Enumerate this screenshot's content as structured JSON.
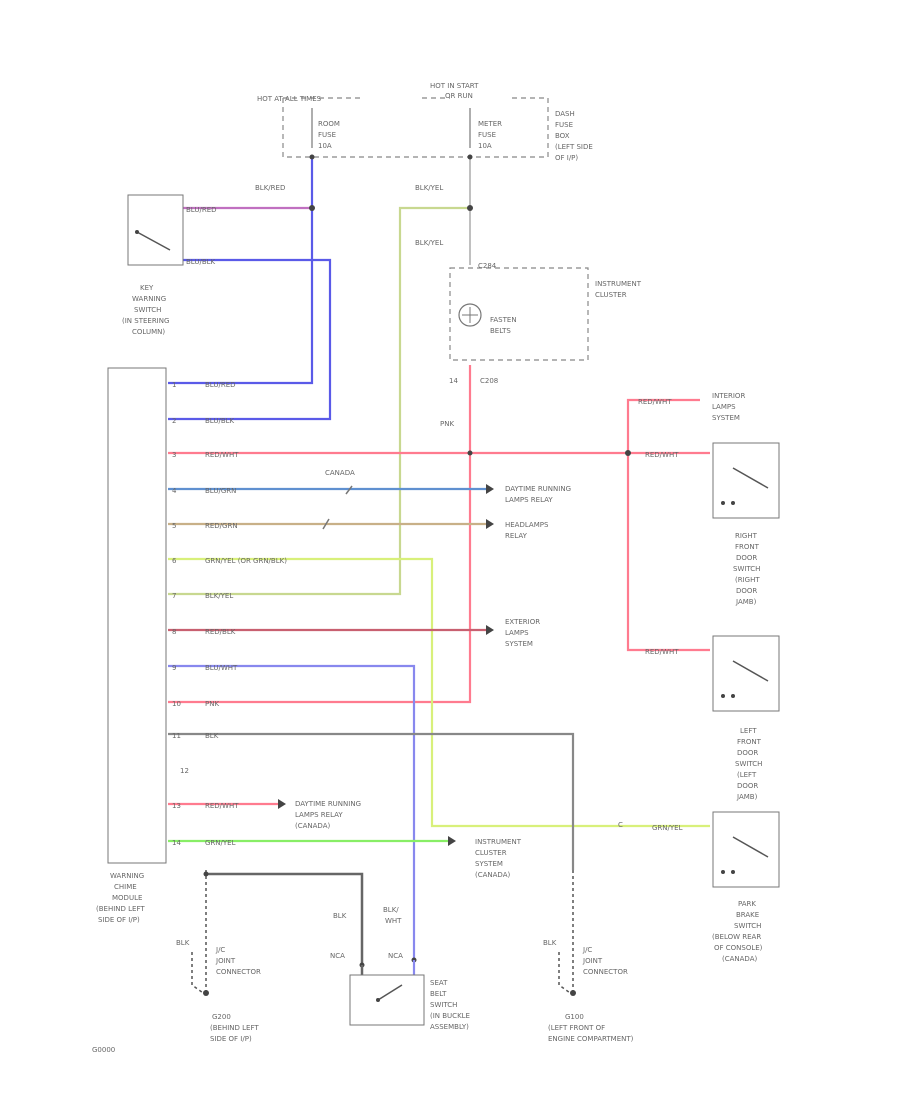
{
  "colors": {
    "pink": "#ff7b8f",
    "blue": "#5a5ae8",
    "purple": "#c070c0",
    "gray": "#888888",
    "green": "#88ee66",
    "lime": "#d8f07a",
    "olive": "#c8d890",
    "brown": "#c8b088",
    "wire_blue": "#5f90d0",
    "maroon": "#c86070"
  },
  "top_labels": {
    "hot_at_all_times": "HOT AT ALL TIMES",
    "hot_in_start": "HOT IN START",
    "or_run": "OR RUN",
    "room_fuse": [
      "ROOM",
      "FUSE",
      "10A"
    ],
    "meter_fuse": [
      "METER",
      "FUSE",
      "10A"
    ],
    "dash_fuse_box": [
      "DASH",
      "FUSE",
      "BOX",
      "(LEFT SIDE",
      "OF I/P)"
    ],
    "blk_red": "BLK/RED",
    "blk_yel_1": "BLK/YEL",
    "blk_yel_2": "BLK/YEL",
    "c284": "C284",
    "c208": "C208",
    "instrument_cluster": [
      "INSTRUMENT",
      "CLUSTER"
    ],
    "fasten_belts": [
      "FASTEN",
      "BELTS"
    ],
    "pnk": "PNK",
    "pin_14": "14"
  },
  "key_switch": {
    "label": [
      "KEY",
      "WARNING",
      "SWITCH",
      "(IN STEERING",
      "COLUMN)"
    ],
    "wire_1": "BLU/RED",
    "wire_2": "BLU/BLK"
  },
  "module": {
    "label": [
      "WARNING",
      "CHIME",
      "MODULE",
      "(BEHIND LEFT",
      "SIDE OF I/P)"
    ],
    "pins": [
      {
        "pin": "1",
        "wire": "BLU/RED"
      },
      {
        "pin": "2",
        "wire": "BLU/BLK"
      },
      {
        "pin": "3",
        "wire": "RED/WHT"
      },
      {
        "pin": "4",
        "wire": "BLU/GRN"
      },
      {
        "pin": "5",
        "wire": "RED/GRN"
      },
      {
        "pin": "6",
        "wire": "GRN/YEL (OR GRN/BLK)"
      },
      {
        "pin": "7",
        "wire": "BLK/YEL"
      },
      {
        "pin": "8",
        "wire": "RED/BLK"
      },
      {
        "pin": "9",
        "wire": "BLU/WHT"
      },
      {
        "pin": "10",
        "wire": "PNK"
      },
      {
        "pin": "11",
        "wire": "BLK"
      },
      {
        "pin": "12",
        "wire": ""
      },
      {
        "pin": "13",
        "wire": "RED/WHT"
      },
      {
        "pin": "14",
        "wire": "GRN/YEL"
      }
    ]
  },
  "right_labels": {
    "interior_lamps": [
      "INTERIOR",
      "LAMPS",
      "SYSTEM"
    ],
    "red_wht_1": "RED/WHT",
    "red_wht_2": "RED/WHT",
    "red_wht_3": "RED/WHT",
    "right_front_door_switch": [
      "RIGHT",
      "FRONT",
      "DOOR",
      "SWITCH",
      "(RIGHT",
      "DOOR",
      "JAMB)"
    ],
    "left_front_door_switch": [
      "LEFT",
      "FRONT",
      "DOOR",
      "SWITCH",
      "(LEFT",
      "DOOR",
      "JAMB)"
    ],
    "park_brake_switch": [
      "PARK",
      "BRAKE",
      "SWITCH",
      "(BELOW REAR",
      "OF CONSOLE)",
      "(CANADA)"
    ],
    "grn_yel": "GRN/YEL",
    "c_label": "C"
  },
  "mid_labels": {
    "canada": "CANADA",
    "drl_relay": [
      "DAYTIME RUNNING",
      "LAMPS RELAY"
    ],
    "headlamps_relay": [
      "HEADLAMPS",
      "RELAY"
    ],
    "exterior_lamps": [
      "EXTERIOR",
      "LAMPS",
      "SYSTEM"
    ],
    "drl_relay_canada": [
      "DAYTIME RUNNING",
      "LAMPS RELAY",
      "(CANADA)"
    ],
    "instrument_cluster_system": [
      "INSTRUMENT",
      "CLUSTER",
      "SYSTEM",
      "(CANADA)"
    ]
  },
  "bottom_labels": {
    "blk_1": "BLK",
    "blk_2": "BLK",
    "blk_wht": [
      "BLK/",
      "WHT"
    ],
    "blk_3": "BLK",
    "nca_1": "NCA",
    "nca_2": "NCA",
    "joint_connector_1": [
      "J/C",
      "JOINT",
      "CONNECTOR"
    ],
    "joint_connector_2": [
      "J/C",
      "JOINT",
      "CONNECTOR"
    ],
    "ground_left": [
      "G200",
      "(BEHIND LEFT",
      "SIDE OF I/P)"
    ],
    "ground_right": [
      "G100",
      "(LEFT FRONT OF",
      "ENGINE COMPARTMENT)"
    ],
    "seat_belt_switch": [
      "SEAT",
      "BELT",
      "SWITCH",
      "(IN BUCKLE",
      "ASSEMBLY)"
    ],
    "figure_id": "G0000"
  }
}
